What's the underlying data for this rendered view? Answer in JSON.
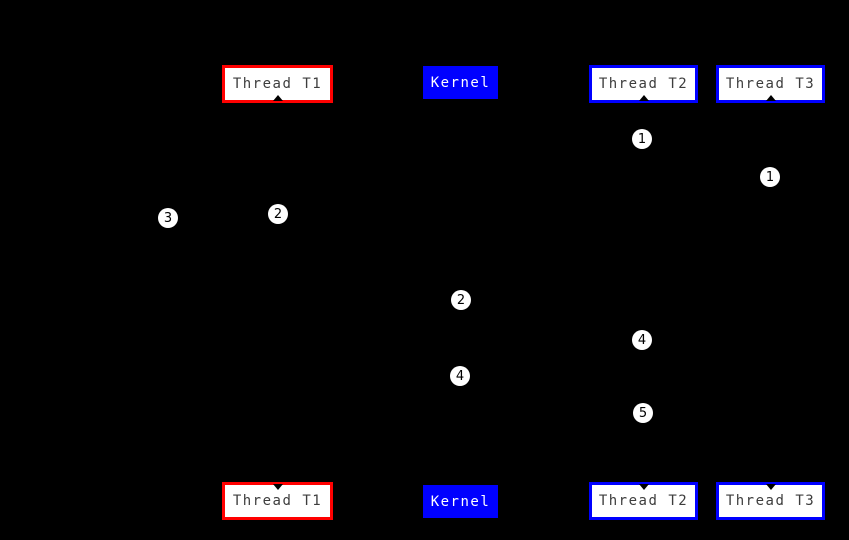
{
  "diagram": {
    "type": "sequence-diagram",
    "background_color": "#000000",
    "colors": {
      "red_accent": "#ff0000",
      "blue_accent": "#0000ff",
      "actor_fill": "#ffffff",
      "actor_text": "#3d3d3d",
      "kernel_fill": "#0000ff",
      "kernel_text": "#ffffff",
      "marker_fill": "#ffffff",
      "marker_text": "#000000"
    },
    "actors": [
      {
        "label": "Thread T1",
        "style": "red-border-white-fill"
      },
      {
        "label": "Kernel",
        "style": "blue-fill"
      },
      {
        "label": "Thread T2",
        "style": "blue-border-white-fill"
      },
      {
        "label": "Thread T3",
        "style": "blue-border-white-fill"
      }
    ],
    "markers": [
      {
        "label": "1",
        "near_actor": "Thread T2"
      },
      {
        "label": "1",
        "near_actor": "Thread T3"
      },
      {
        "label": "2",
        "near_actor": "Thread T1"
      },
      {
        "label": "3",
        "near_actor": "Thread T1"
      },
      {
        "label": "2",
        "near_actor": "Kernel"
      },
      {
        "label": "4",
        "near_actor": "Thread T2"
      },
      {
        "label": "4",
        "near_actor": "Kernel"
      },
      {
        "label": "5",
        "near_actor": "Thread T2"
      }
    ]
  }
}
